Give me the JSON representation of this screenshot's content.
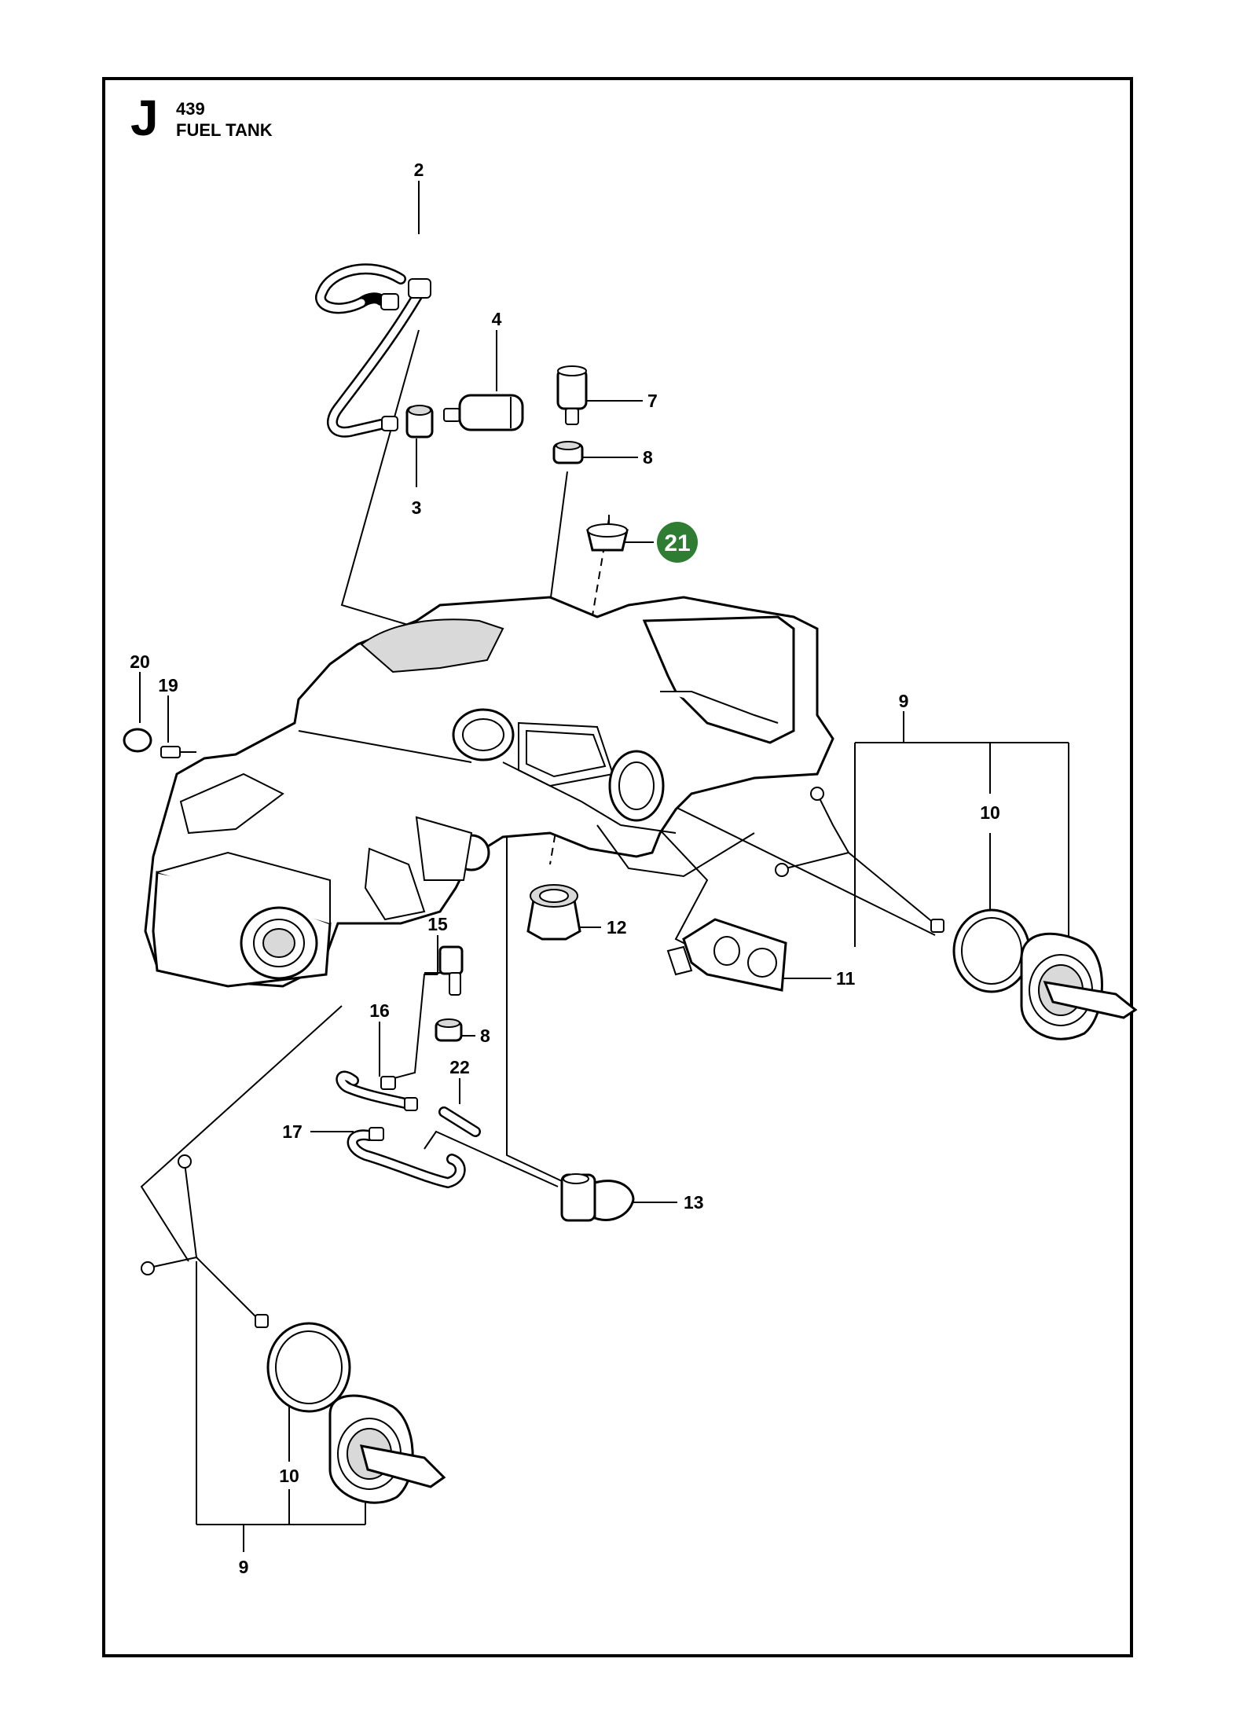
{
  "header": {
    "section_letter": "J",
    "model_number": "439",
    "title": "FUEL TANK"
  },
  "callouts": [
    {
      "id": "c-2",
      "label": "2"
    },
    {
      "id": "c-3",
      "label": "3"
    },
    {
      "id": "c-4",
      "label": "4"
    },
    {
      "id": "c-7",
      "label": "7"
    },
    {
      "id": "c-8a",
      "label": "8"
    },
    {
      "id": "c-21",
      "label": "21",
      "highlight": true
    },
    {
      "id": "c-20",
      "label": "20"
    },
    {
      "id": "c-19",
      "label": "19"
    },
    {
      "id": "c-9a",
      "label": "9"
    },
    {
      "id": "c-10a",
      "label": "10"
    },
    {
      "id": "c-12",
      "label": "12"
    },
    {
      "id": "c-11",
      "label": "11"
    },
    {
      "id": "c-15",
      "label": "15"
    },
    {
      "id": "c-16",
      "label": "16"
    },
    {
      "id": "c-8b",
      "label": "8"
    },
    {
      "id": "c-22",
      "label": "22"
    },
    {
      "id": "c-17",
      "label": "17"
    },
    {
      "id": "c-13",
      "label": "13"
    },
    {
      "id": "c-10b",
      "label": "10"
    },
    {
      "id": "c-9b",
      "label": "9"
    }
  ],
  "colors": {
    "highlight": "#2e7d32",
    "line": "#000000",
    "background": "#ffffff"
  }
}
